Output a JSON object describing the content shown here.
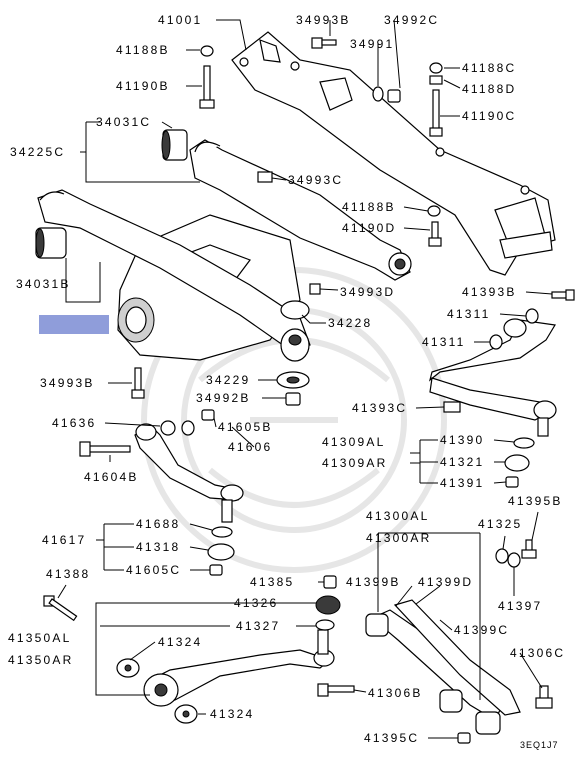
{
  "labels": {
    "p41001": "41001",
    "p34993B": "34993B",
    "p34992C": "34992C",
    "p41188B": "41188B",
    "p34991": "34991",
    "p41188C": "41188C",
    "p41190B": "41190B",
    "p41188D": "41188D",
    "p34031C": "34031C",
    "p41190C": "41190C",
    "p34225C": "34225C",
    "p34993C": "34993C",
    "p41188B_2": "41188B",
    "p41190D": "41190D",
    "p34031B": "34031B",
    "p34993D": "34993D",
    "p41393B": "41393B",
    "p41311a": "41311",
    "p34228": "34228",
    "p41311b": "41311",
    "p34993B_2": "34993B",
    "p34229": "34229",
    "p34992B": "34992B",
    "p41393C": "41393C",
    "p41636": "41636",
    "p41605B": "41605B",
    "p41309AL": "41309AL",
    "p41390": "41390",
    "p41606": "41606",
    "p41309AR": "41309AR",
    "p41321": "41321",
    "p41604B": "41604B",
    "p41391": "41391",
    "p41395B": "41395B",
    "p41300AL": "41300AL",
    "p41325": "41325",
    "p41688": "41688",
    "p41300AR": "41300AR",
    "p41617": "41617",
    "p41318": "41318",
    "p41605C": "41605C",
    "p41397": "41397",
    "p41388": "41388",
    "p41385": "41385",
    "p41399B": "41399B",
    "p41399D": "41399D",
    "p41326": "41326",
    "p41327": "41327",
    "p41399C": "41399C",
    "p41350AL": "41350AL",
    "p41324a": "41324",
    "p41306C": "41306C",
    "p41350AR": "41350AR",
    "p41306B": "41306B",
    "p41324b": "41324",
    "p41395C": "41395C",
    "code": "3EQ1J7"
  },
  "colors": {
    "highlight": "#8f9dda",
    "ink": "#000000",
    "watermark": "#e6e6e6"
  }
}
